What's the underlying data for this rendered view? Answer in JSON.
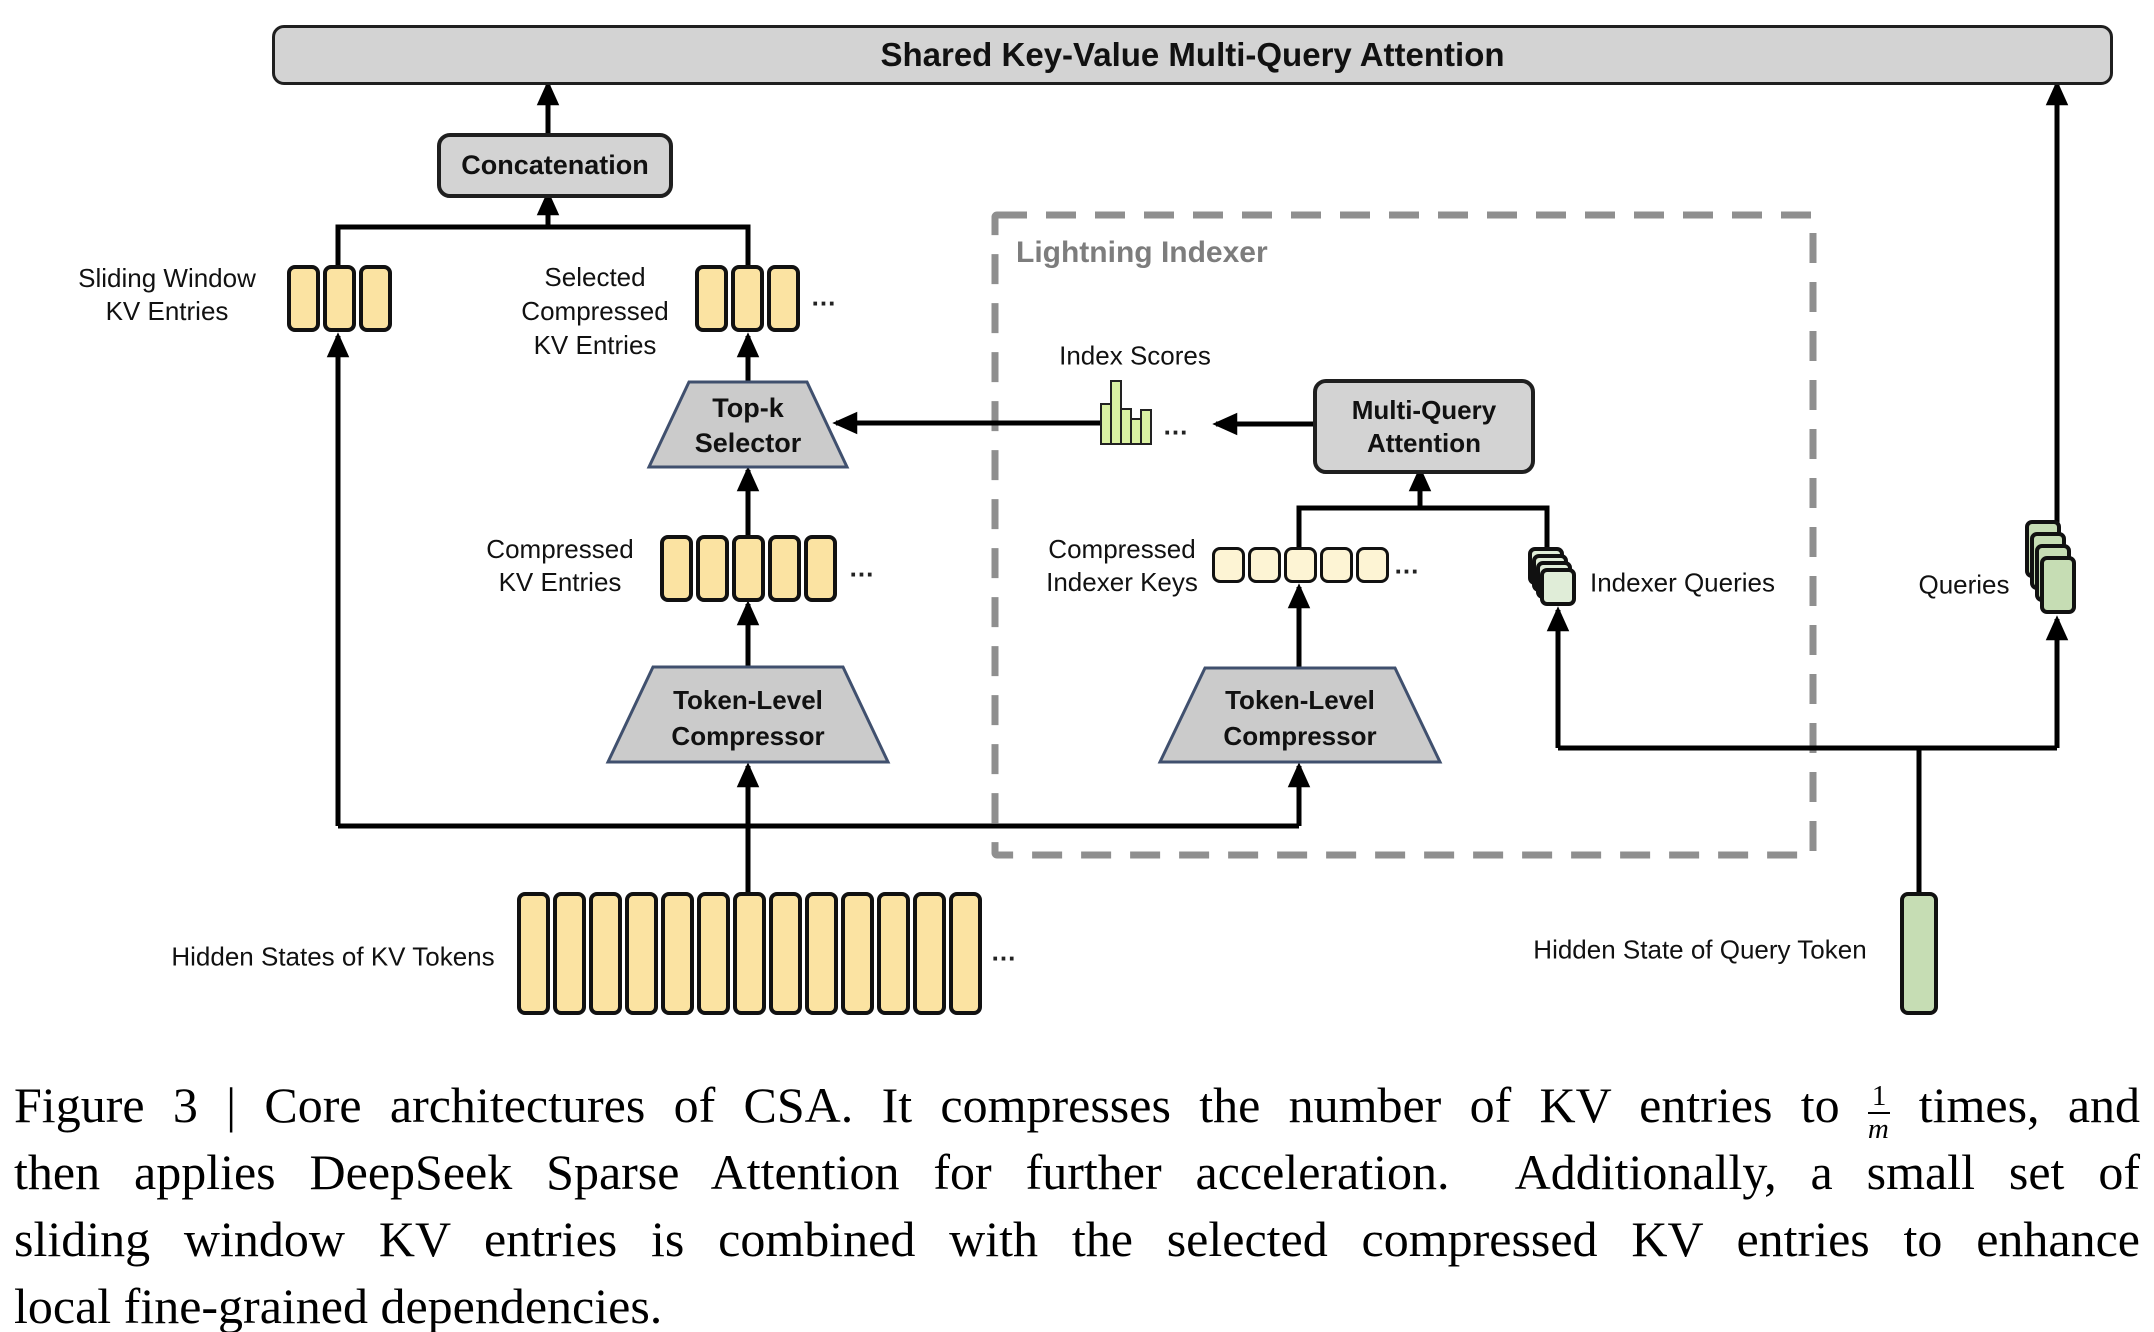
{
  "colors": {
    "yellow": "#fbe3a2",
    "pale_yellow": "#fdf4d4",
    "green": "#c6ddb4",
    "pale_green": "#e0edd8",
    "bar_green": "#daf1a2",
    "gray_box": "#d3d3d3",
    "trapezoid_fill": "#cbcbcb",
    "trapezoid_border": "#40506e",
    "dash": "#8f8f8f",
    "lightning_label": "#7d7d7d"
  },
  "diagram": {
    "title": "Shared Key-Value Multi-Query Attention",
    "concat": "Concatenation",
    "topk": [
      "Top-k",
      "Selector"
    ],
    "compressor": [
      "Token-Level",
      "Compressor"
    ],
    "mqa": [
      "Multi-Query",
      "Attention"
    ],
    "lightning": "Lightning Indexer",
    "labels": {
      "sliding": [
        "Sliding Window",
        "KV Entries"
      ],
      "selected": [
        "Selected",
        "Compressed",
        "KV Entries"
      ],
      "compressed": [
        "Compressed",
        "KV Entries"
      ],
      "kv_tokens": "Hidden States of KV Tokens",
      "index_scores": "Index Scores",
      "indexer_keys": [
        "Compressed",
        "Indexer Keys"
      ],
      "indexer_queries": "Indexer Queries",
      "queries": "Queries",
      "query_token": "Hidden State of Query Token",
      "ellipsis": "..."
    },
    "counts": {
      "sliding": 3,
      "selected": 3,
      "compressed": 5,
      "indexer_keys": 5,
      "kv_tokens": 13
    },
    "index_scores_bars": [
      42,
      65,
      37,
      27,
      36
    ]
  },
  "caption": {
    "line1_pre": "Figure 3 | Core architectures of CSA. It compresses the number of KV entries to",
    "fraction": {
      "num": "1",
      "den": "m"
    },
    "line1_post": "times, and",
    "line2": "then applies DeepSeek Sparse Attention for further acceleration.  Additionally, a small set of",
    "line3": "sliding window KV entries is combined with the selected compressed KV entries to enhance",
    "line4": "local fine-grained dependencies."
  }
}
